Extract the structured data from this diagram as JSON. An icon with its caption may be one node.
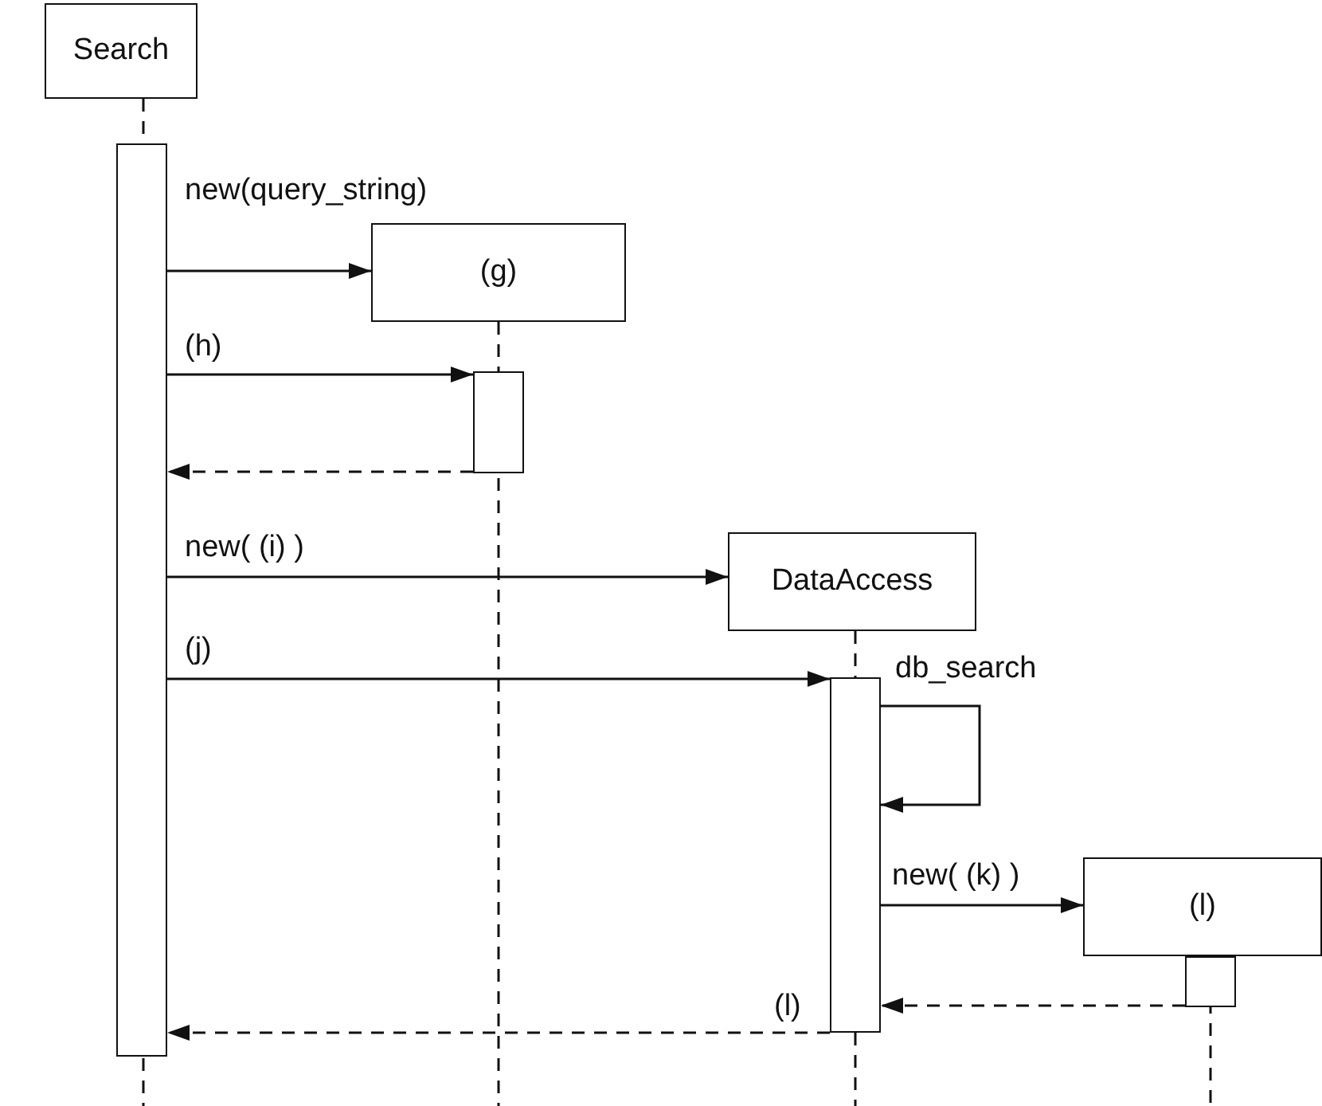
{
  "diagram": {
    "nodes": [
      {
        "text": [
          "Search"
        ]
      },
      {
        "text": [
          "(g)"
        ]
      },
      {
        "text": [
          "DataAccess"
        ]
      },
      {
        "text": [
          "(l)"
        ]
      },
      {
        "text": [],
        "shape": "bar"
      },
      {
        "text": [],
        "shape": "bar"
      },
      {
        "text": [],
        "shape": "bar"
      },
      {
        "text": [],
        "shape": "bar"
      }
    ],
    "edges": [
      {
        "from": 4,
        "to": 1,
        "arrow": "to",
        "label": "new(query_string)"
      },
      {
        "from": 4,
        "to": 5,
        "arrow": "to",
        "label": "(h)"
      },
      {
        "from": 5,
        "to": 4,
        "arrow": "to",
        "style": "dashed"
      },
      {
        "from": 4,
        "to": 2,
        "arrow": "to",
        "label": "new( (i) )"
      },
      {
        "from": 4,
        "to": 6,
        "arrow": "to",
        "label": "(j)"
      },
      {
        "from": 6,
        "to": 6,
        "arrow": "to",
        "label": "db_search"
      },
      {
        "from": 6,
        "to": 3,
        "arrow": "to",
        "label": "new( (k) )"
      },
      {
        "from": 7,
        "to": 6,
        "arrow": "to",
        "style": "dashed"
      },
      {
        "from": 6,
        "to": 4,
        "arrow": "to",
        "style": "dashed",
        "label": "(l)"
      }
    ]
  }
}
